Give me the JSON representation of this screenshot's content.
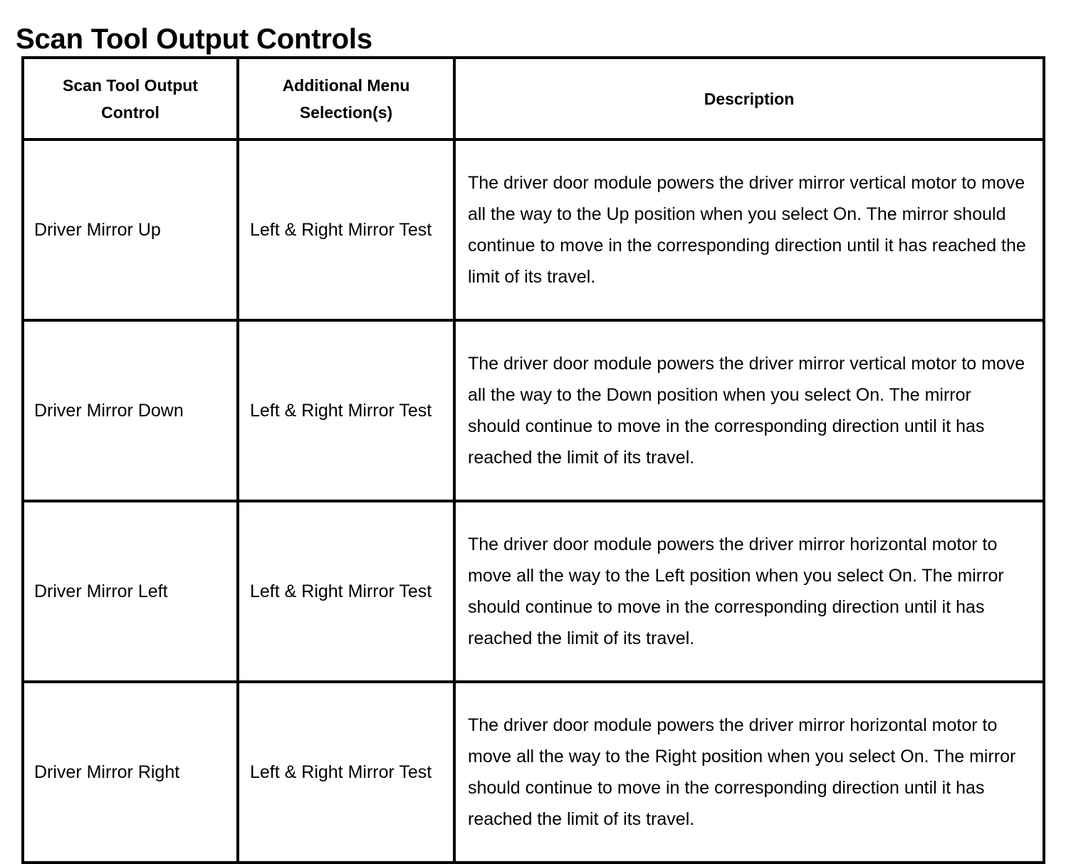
{
  "title": "Scan Tool Output Controls",
  "table": {
    "headers": [
      "Scan Tool Output Control",
      "Additional Menu Selection(s)",
      "Description"
    ],
    "rows": [
      {
        "control": "Driver Mirror Up",
        "menu": "Left & Right Mirror Test",
        "description": "The driver door module powers the driver mirror vertical motor to move all the way to the Up position when you select On. The mirror should continue to move in the corresponding direction until it has reached the limit of its travel."
      },
      {
        "control": "Driver Mirror Down",
        "menu": "Left & Right Mirror Test",
        "description": "The driver door module powers the driver mirror vertical motor to move all the way to the Down position when you select On. The mirror should continue to move in the corresponding direction until it has reached the limit of its travel."
      },
      {
        "control": "Driver Mirror Left",
        "menu": "Left & Right Mirror Test",
        "description": "The driver door module powers the driver mirror horizontal motor to move all the way to the Left position when you select On. The mirror should continue to move in the corresponding direction until it has reached the limit of its travel."
      },
      {
        "control": "Driver Mirror Right",
        "menu": "Left & Right Mirror Test",
        "description": "The driver door module powers the driver mirror horizontal motor to move all the way to the Right position when you select On. The mirror should continue to move in the corresponding direction until it has reached the limit of its travel."
      }
    ]
  },
  "colors": {
    "text": "#000000",
    "border": "#000000",
    "background": "#ffffff"
  }
}
